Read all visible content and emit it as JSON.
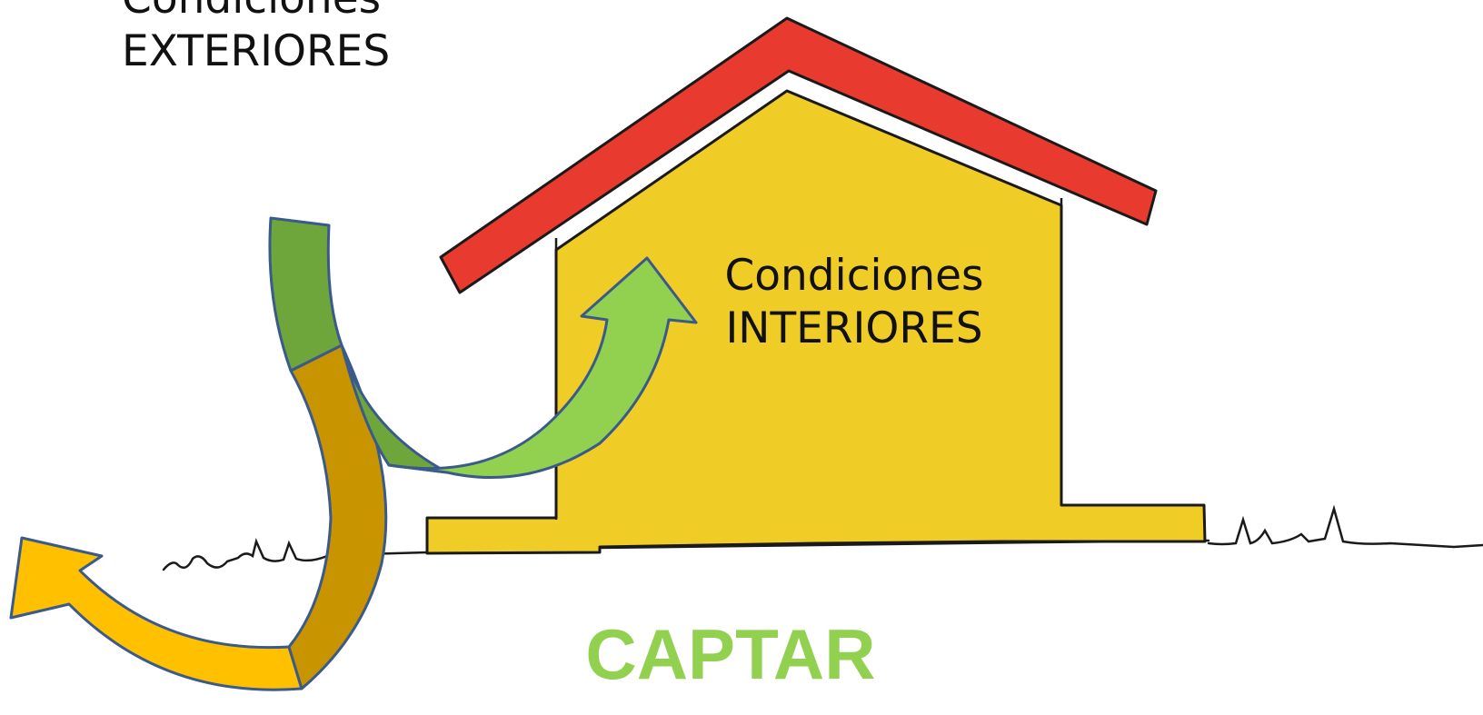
{
  "labels": {
    "exterior_line1": "Condiciones",
    "exterior_line2": "EXTERIORES",
    "interior_line1": "Condiciones",
    "interior_line2": "INTERIORES",
    "caption": "CAPTAR"
  },
  "colors": {
    "background": "#ffffff",
    "roof": "#e83a2f",
    "house": "#f0cc26",
    "outline": "#1a1a1a",
    "arrow_in_dark": "#6fa63c",
    "arrow_in_light": "#92d050",
    "arrow_out_dark": "#c89400",
    "arrow_out_light": "#ffc000",
    "arrow_stroke": "#3a5a8c",
    "caption": "#92d050"
  },
  "icons": {
    "house": "house-sketch-icon",
    "arrow_in": "curved-arrow-in-icon",
    "arrow_out": "curved-arrow-out-icon"
  }
}
